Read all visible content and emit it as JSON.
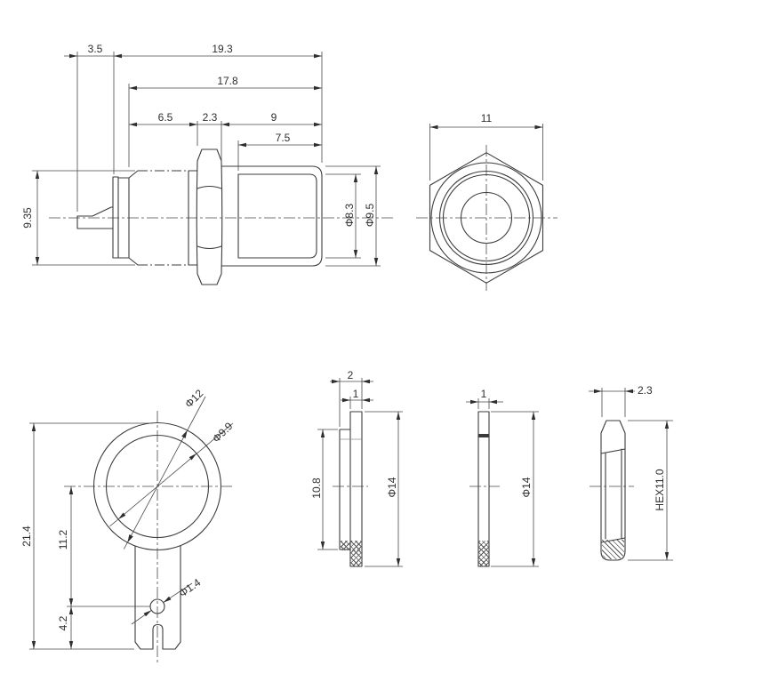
{
  "views": {
    "side": {
      "dims": {
        "d35": "3.5",
        "d193": "19.3",
        "d178": "17.8",
        "d65": "6.5",
        "d23": "2.3",
        "d9": "9",
        "d75": "7.5",
        "d935": "9.35",
        "d83": "Φ8.3",
        "d95": "Φ9.5"
      }
    },
    "front": {
      "dims": {
        "d11": "11"
      }
    },
    "lug": {
      "dims": {
        "d214": "21.4",
        "d112": "11.2",
        "d42": "4.2",
        "d12": "Φ12",
        "d99": "Φ9.9",
        "d14": "Φ1.4"
      }
    },
    "washer_shoulder": {
      "dims": {
        "d2": "2",
        "d1": "1",
        "d108": "10.8",
        "d14": "Φ14"
      }
    },
    "washer_flat": {
      "dims": {
        "d1": "1",
        "d14": "Φ14"
      }
    },
    "nut": {
      "dims": {
        "d23": "2.3",
        "dhex": "HEX11.0"
      }
    }
  }
}
